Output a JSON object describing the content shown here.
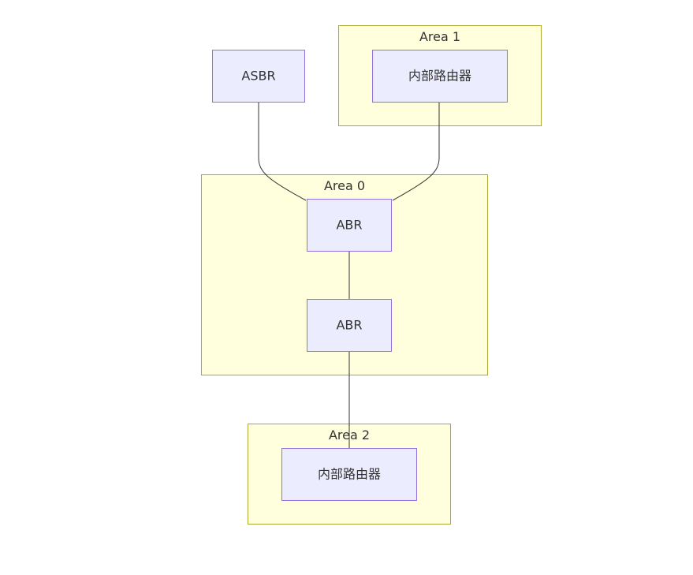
{
  "clusters": {
    "area1": {
      "label": "Area 1"
    },
    "area0": {
      "label": "Area 0"
    },
    "area2": {
      "label": "Area 2"
    }
  },
  "nodes": {
    "asbr": {
      "label": "ASBR"
    },
    "area1_internal": {
      "label": "内部路由器"
    },
    "abr_top": {
      "label": "ABR"
    },
    "abr_bottom": {
      "label": "ABR"
    },
    "area2_internal": {
      "label": "内部路由器"
    }
  },
  "edges": [
    {
      "from": "ASBR",
      "to": "ABR (upper)"
    },
    {
      "from": "内部路由器 (Area 1)",
      "to": "ABR (upper)"
    },
    {
      "from": "ABR (upper)",
      "to": "ABR (lower)"
    },
    {
      "from": "ABR (lower)",
      "to": "内部路由器 (Area 2)"
    }
  ],
  "colors": {
    "cluster_fill": "#ffffde",
    "cluster_stroke": "#aaaa33",
    "node_fill": "#ececff",
    "node_stroke": "#9370db",
    "edge": "#333333",
    "text": "#333333"
  }
}
